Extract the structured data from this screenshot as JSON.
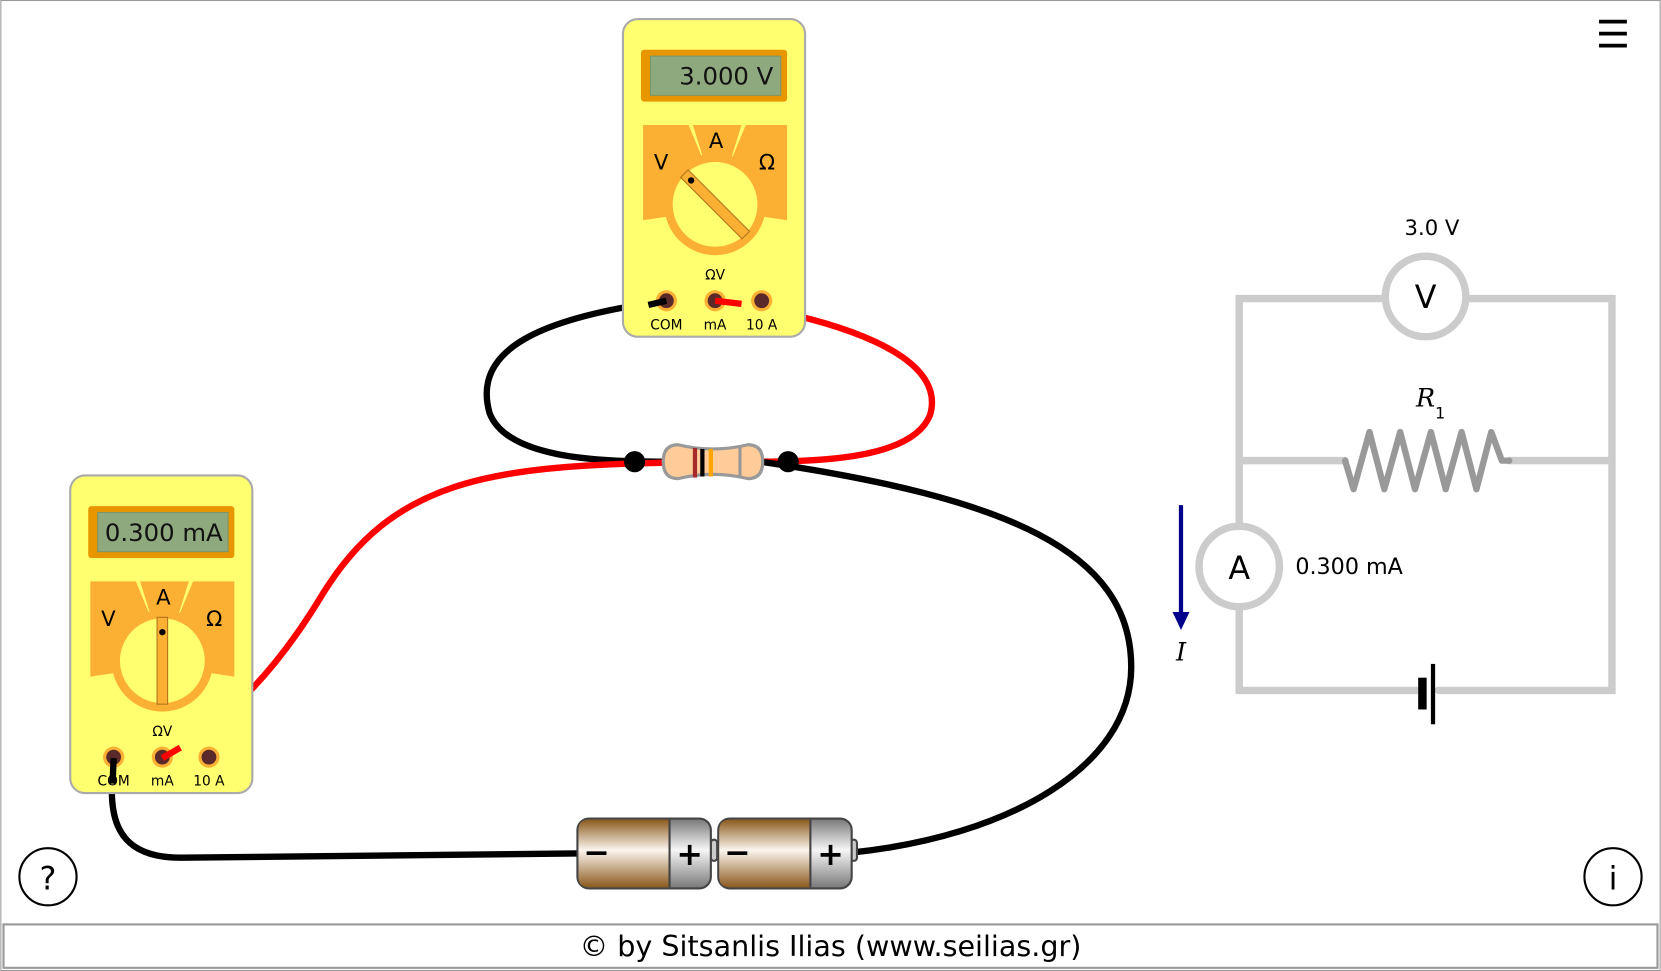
{
  "voltmeter": {
    "display": "3.000 V",
    "dial_labels": {
      "v": "V",
      "a": "A",
      "ohm": "Ω"
    },
    "mode_label": "ΩV",
    "jacks": [
      "COM",
      "mA",
      "10 A"
    ],
    "selected_mode": "V"
  },
  "ammeter": {
    "display": "0.300 mA",
    "dial_labels": {
      "v": "V",
      "a": "A",
      "ohm": "Ω"
    },
    "mode_label": "ΩV",
    "jacks": [
      "COM",
      "mA",
      "10 A"
    ],
    "selected_mode": "A"
  },
  "battery": {
    "minus": "−",
    "plus": "+"
  },
  "schematic": {
    "voltage": "3.0 V",
    "voltmeter_symbol": "V",
    "ammeter_symbol": "A",
    "resistor_label": "R",
    "resistor_sub": "1",
    "current": "0.300 mA",
    "current_symbol": "I"
  },
  "buttons": {
    "menu": "☰",
    "help": "?",
    "info": "i"
  },
  "footer": {
    "credit": "© by Sitsanlis Ilias (www.seilias.gr)"
  },
  "colors": {
    "meter_body": "#ffff70",
    "meter_accent": "#fbb034",
    "lcd": "#8fa97f",
    "wire_red": "#ff0000",
    "wire_black": "#000000",
    "schematic": "#cccccc",
    "current_arrow": "#00008b"
  }
}
